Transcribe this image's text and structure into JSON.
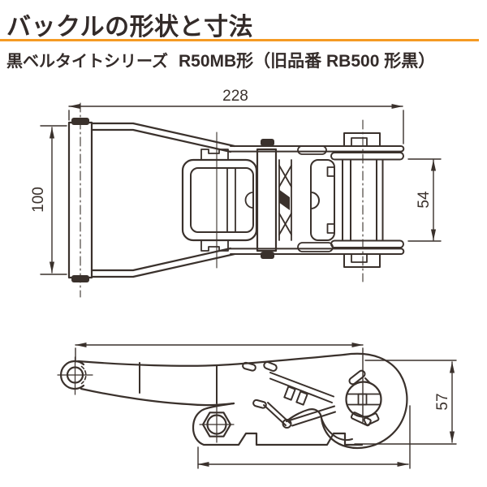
{
  "header": {
    "title": "バックルの形状と寸法",
    "subtitle_series": "黒ベルタイトシリーズ",
    "subtitle_model": "R50MB形（旧品番 RB500 形黒）",
    "accent_color": "#f59a23",
    "text_color": "#332b29"
  },
  "drawing": {
    "line_color": "#3a312c",
    "top_view": {
      "label": "buckle top view",
      "dim_overall_length": "228",
      "dim_overall_width": "100",
      "dim_drum_width": "54"
    },
    "side_view": {
      "label": "buckle side view",
      "dim_body_height": "57"
    }
  }
}
